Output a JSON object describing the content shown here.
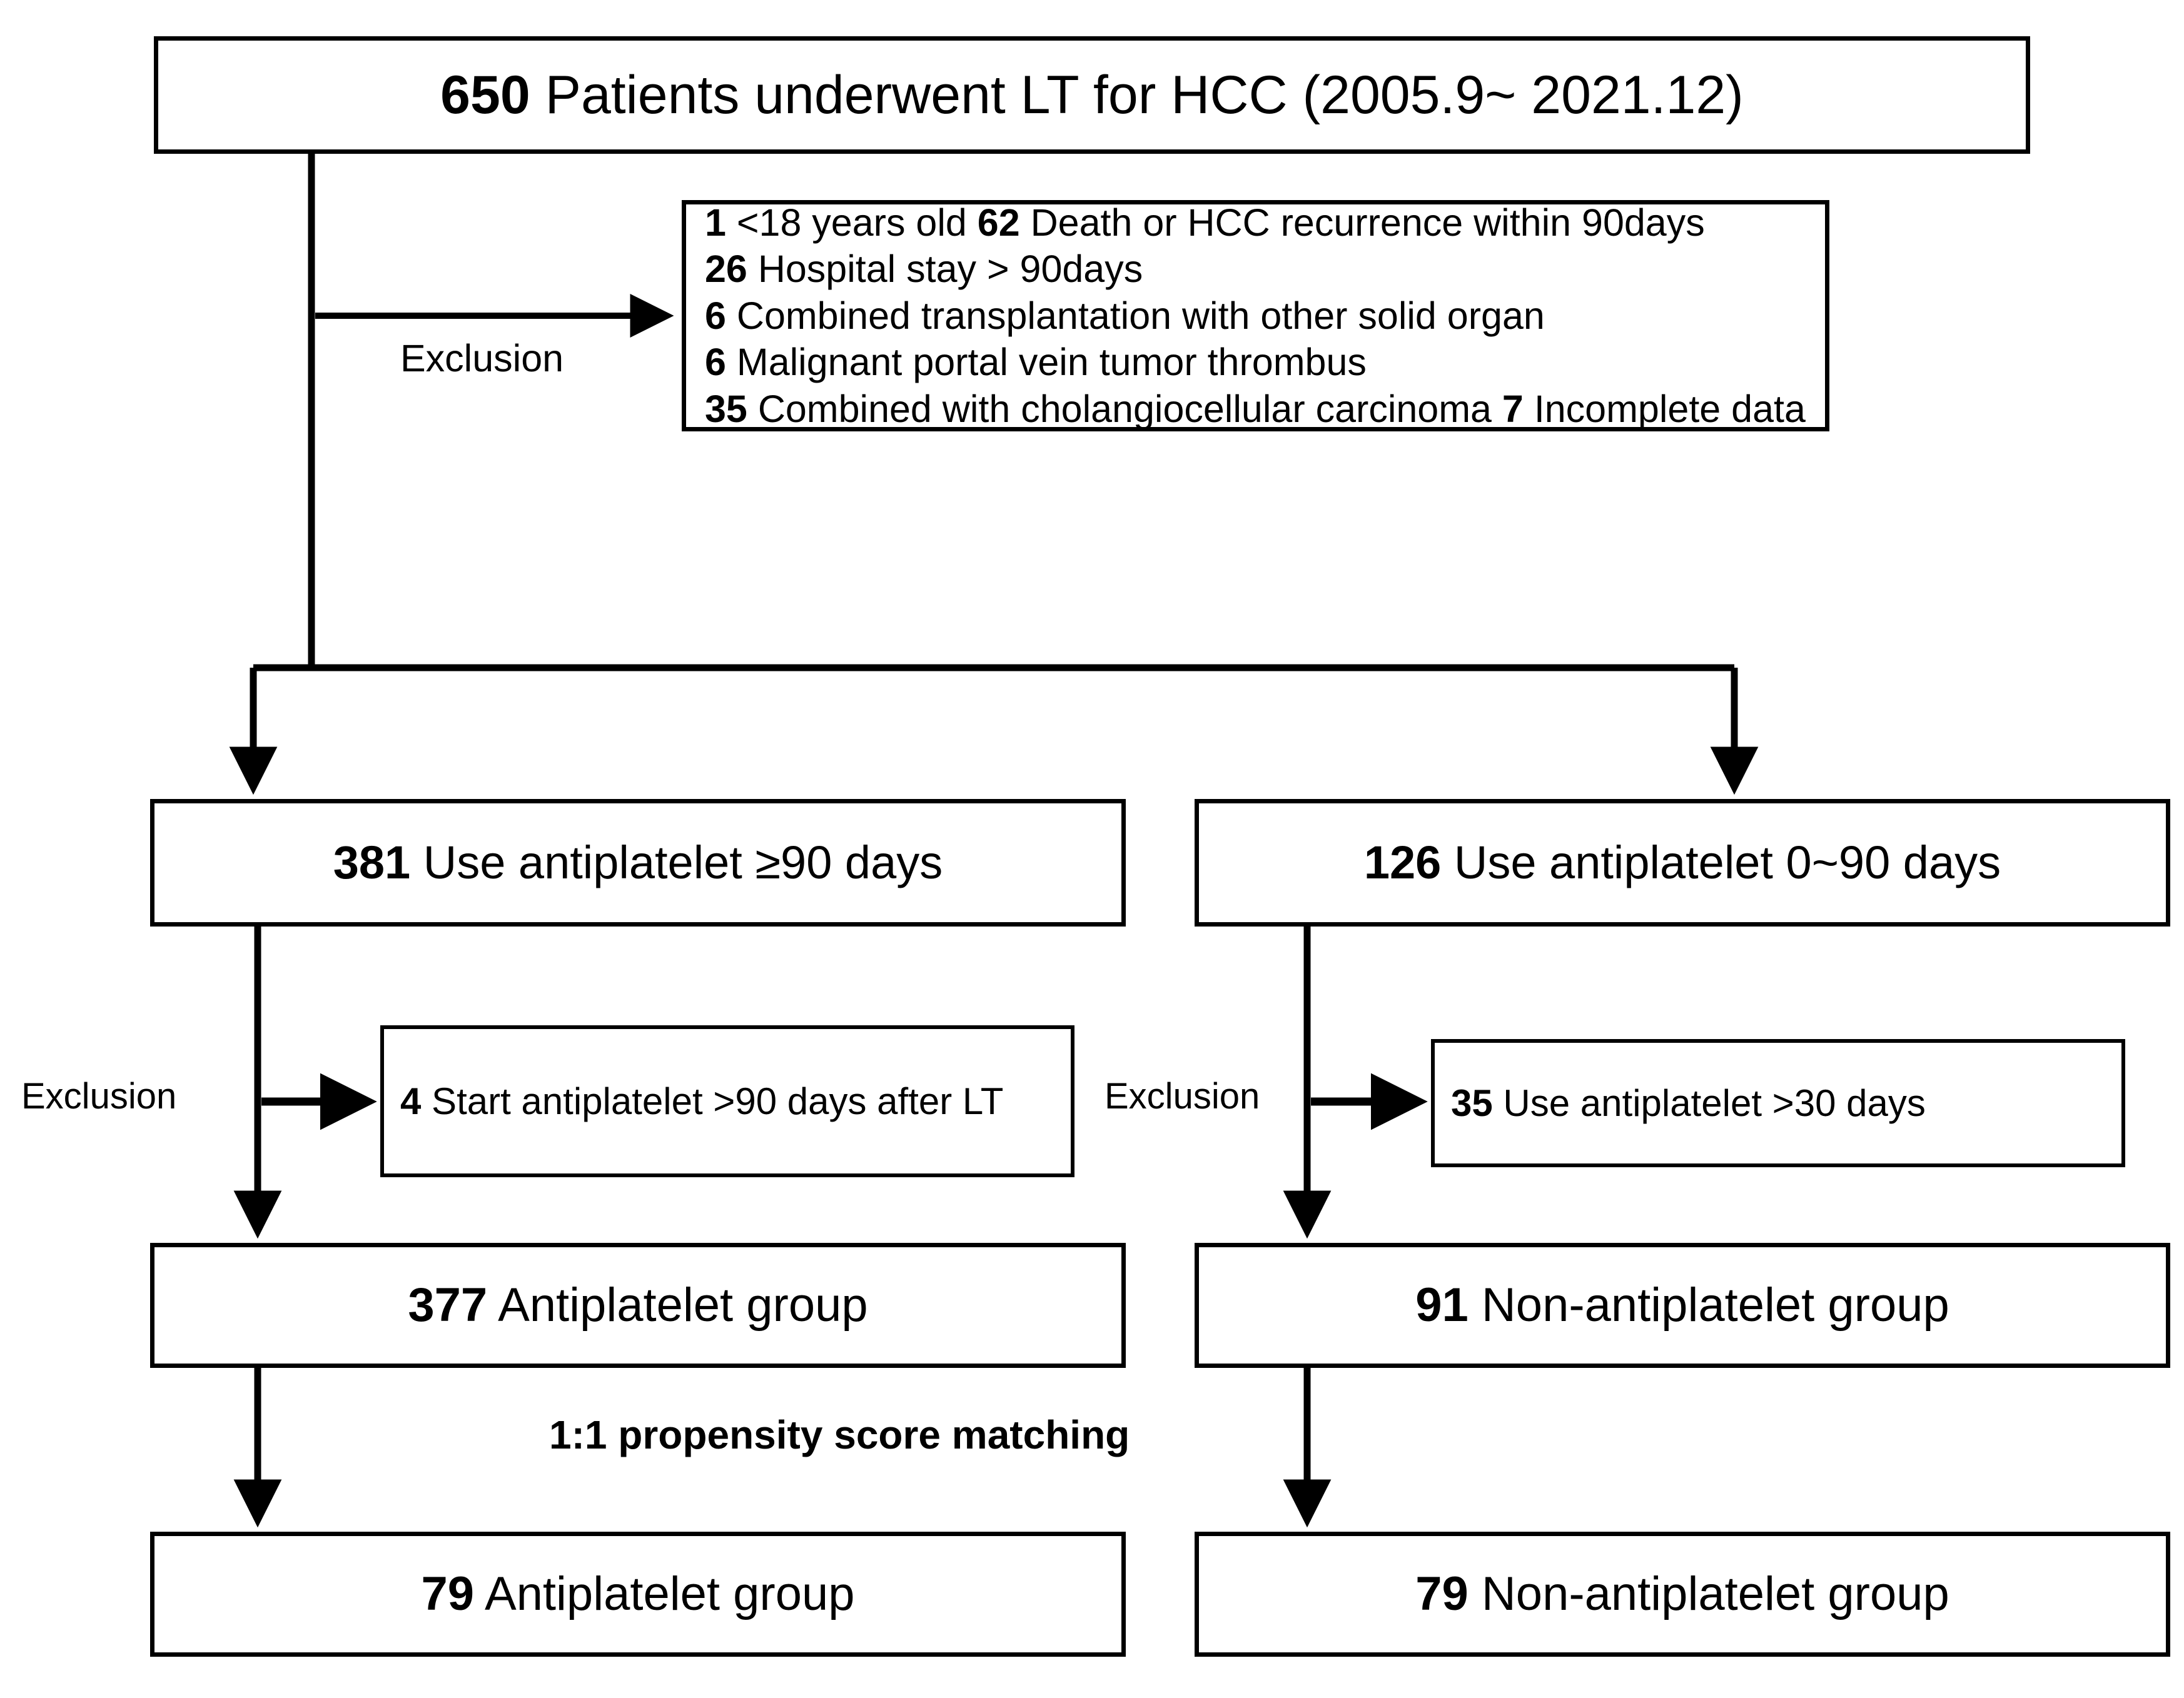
{
  "diagram": {
    "type": "study-flow-chart",
    "line_color": "#000000",
    "background_color": "#ffffff",
    "title_box": {
      "count": "650",
      "text": "Patients underwent LT for HCC (2005.9~ 2021.12)"
    },
    "exclusion_label_top": "Exclusion",
    "exclusion_list": [
      {
        "count": "1",
        "reason": "<18 years old"
      },
      {
        "count": "62",
        "reason": "Death or HCC recurrence within 90days"
      },
      {
        "count": "26",
        "reason": "Hospital stay > 90days"
      },
      {
        "count": "6",
        "reason": "Combined transplantation with other solid organ"
      },
      {
        "count": "6",
        "reason": "Malignant portal vein tumor thrombus"
      },
      {
        "count": "35",
        "reason": "Combined with cholangiocellular carcinoma"
      },
      {
        "count": "7",
        "reason": "Incomplete data"
      }
    ],
    "left_branch": {
      "count": "381",
      "text": "Use antiplatelet ≥90 days"
    },
    "right_branch": {
      "count": "126",
      "text": "Use antiplatelet 0~90 days"
    },
    "exclusion_label_left": "Exclusion",
    "exclusion_label_right": "Exclusion",
    "left_exclusion": {
      "count": "4",
      "text": "Start antiplatelet >90 days after LT"
    },
    "right_exclusion": {
      "count": "35",
      "text": "Use antiplatelet >30 days"
    },
    "left_group": {
      "count": "377",
      "text": "Antiplatelet group"
    },
    "right_group": {
      "count": "91",
      "text": "Non-antiplatelet group"
    },
    "matching_label": "1:1 propensity score matching",
    "left_final": {
      "count": "79",
      "text": "Antiplatelet group"
    },
    "right_final": {
      "count": "79",
      "text": "Non-antiplatelet group"
    }
  }
}
